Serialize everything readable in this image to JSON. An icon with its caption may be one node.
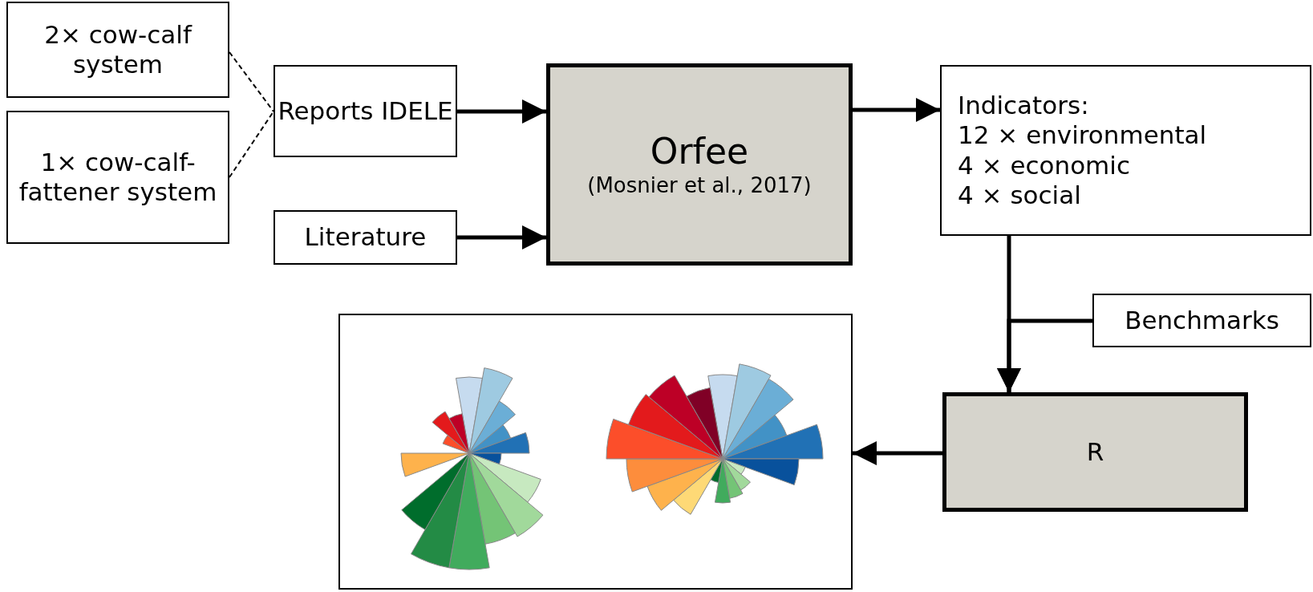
{
  "diagram": {
    "nodes": [
      {
        "text": [
          "2× cow-calf system"
        ]
      },
      {
        "text": [
          "1× cow-calf-fattener system"
        ]
      },
      {
        "text": [
          "Reports IDELE"
        ]
      },
      {
        "text": [
          "Literature"
        ]
      },
      {
        "text": [
          "Orfee",
          "(Mosnier et al., 2017)"
        ]
      },
      {
        "text": [
          "Indicators:",
          "12 × environmental",
          "4 × economic",
          "4 × social"
        ]
      },
      {
        "text": [
          "Benchmarks"
        ]
      },
      {
        "text": [
          "R"
        ]
      },
      {
        "text": [],
        "shape": "picture"
      }
    ],
    "edges": [
      {
        "from": 0,
        "to": 2,
        "arrow": "none",
        "style": "dashed"
      },
      {
        "from": 1,
        "to": 2,
        "arrow": "none",
        "style": "dashed"
      },
      {
        "from": 2,
        "to": 4,
        "arrow": "to"
      },
      {
        "from": 3,
        "to": 4,
        "arrow": "to"
      },
      {
        "from": 4,
        "to": 5,
        "arrow": "to"
      },
      {
        "from": 5,
        "to": 7,
        "arrow": "to"
      },
      {
        "from": 6,
        "to": 7,
        "arrow": "to"
      },
      {
        "from": 7,
        "to": 8,
        "arrow": "to"
      }
    ]
  }
}
